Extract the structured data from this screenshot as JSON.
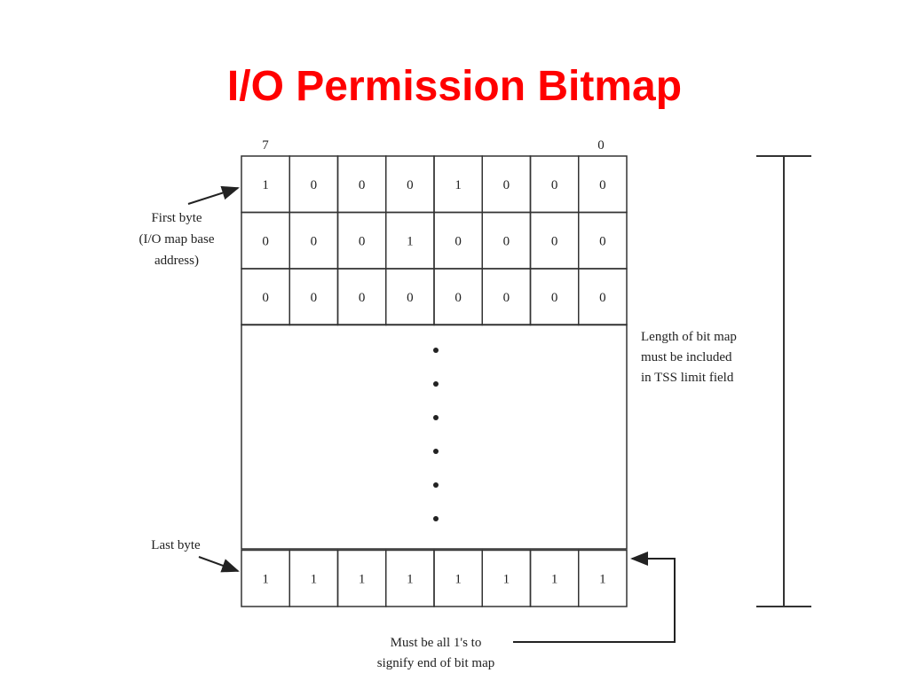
{
  "slide": {
    "title": "I/O Permission Bitmap"
  },
  "bitmap": {
    "bit_labels": {
      "high": "7",
      "low": "0"
    },
    "rows": [
      [
        1,
        0,
        0,
        0,
        1,
        0,
        0,
        0
      ],
      [
        0,
        0,
        0,
        1,
        0,
        0,
        0,
        0
      ],
      [
        0,
        0,
        0,
        0,
        0,
        0,
        0,
        0
      ]
    ],
    "last_row": [
      1,
      1,
      1,
      1,
      1,
      1,
      1,
      1
    ],
    "ellipsis_dots": 6
  },
  "labels": {
    "first_byte": [
      "First byte",
      "(I/O map base",
      "address)"
    ],
    "last_byte": "Last byte",
    "length": [
      "Length of bit map",
      "must be included",
      "in TSS limit field"
    ],
    "end_note": [
      "Must be all 1's to",
      "signify end of bit map"
    ]
  },
  "colors": {
    "title": "#ff0000",
    "ink": "#222222"
  }
}
